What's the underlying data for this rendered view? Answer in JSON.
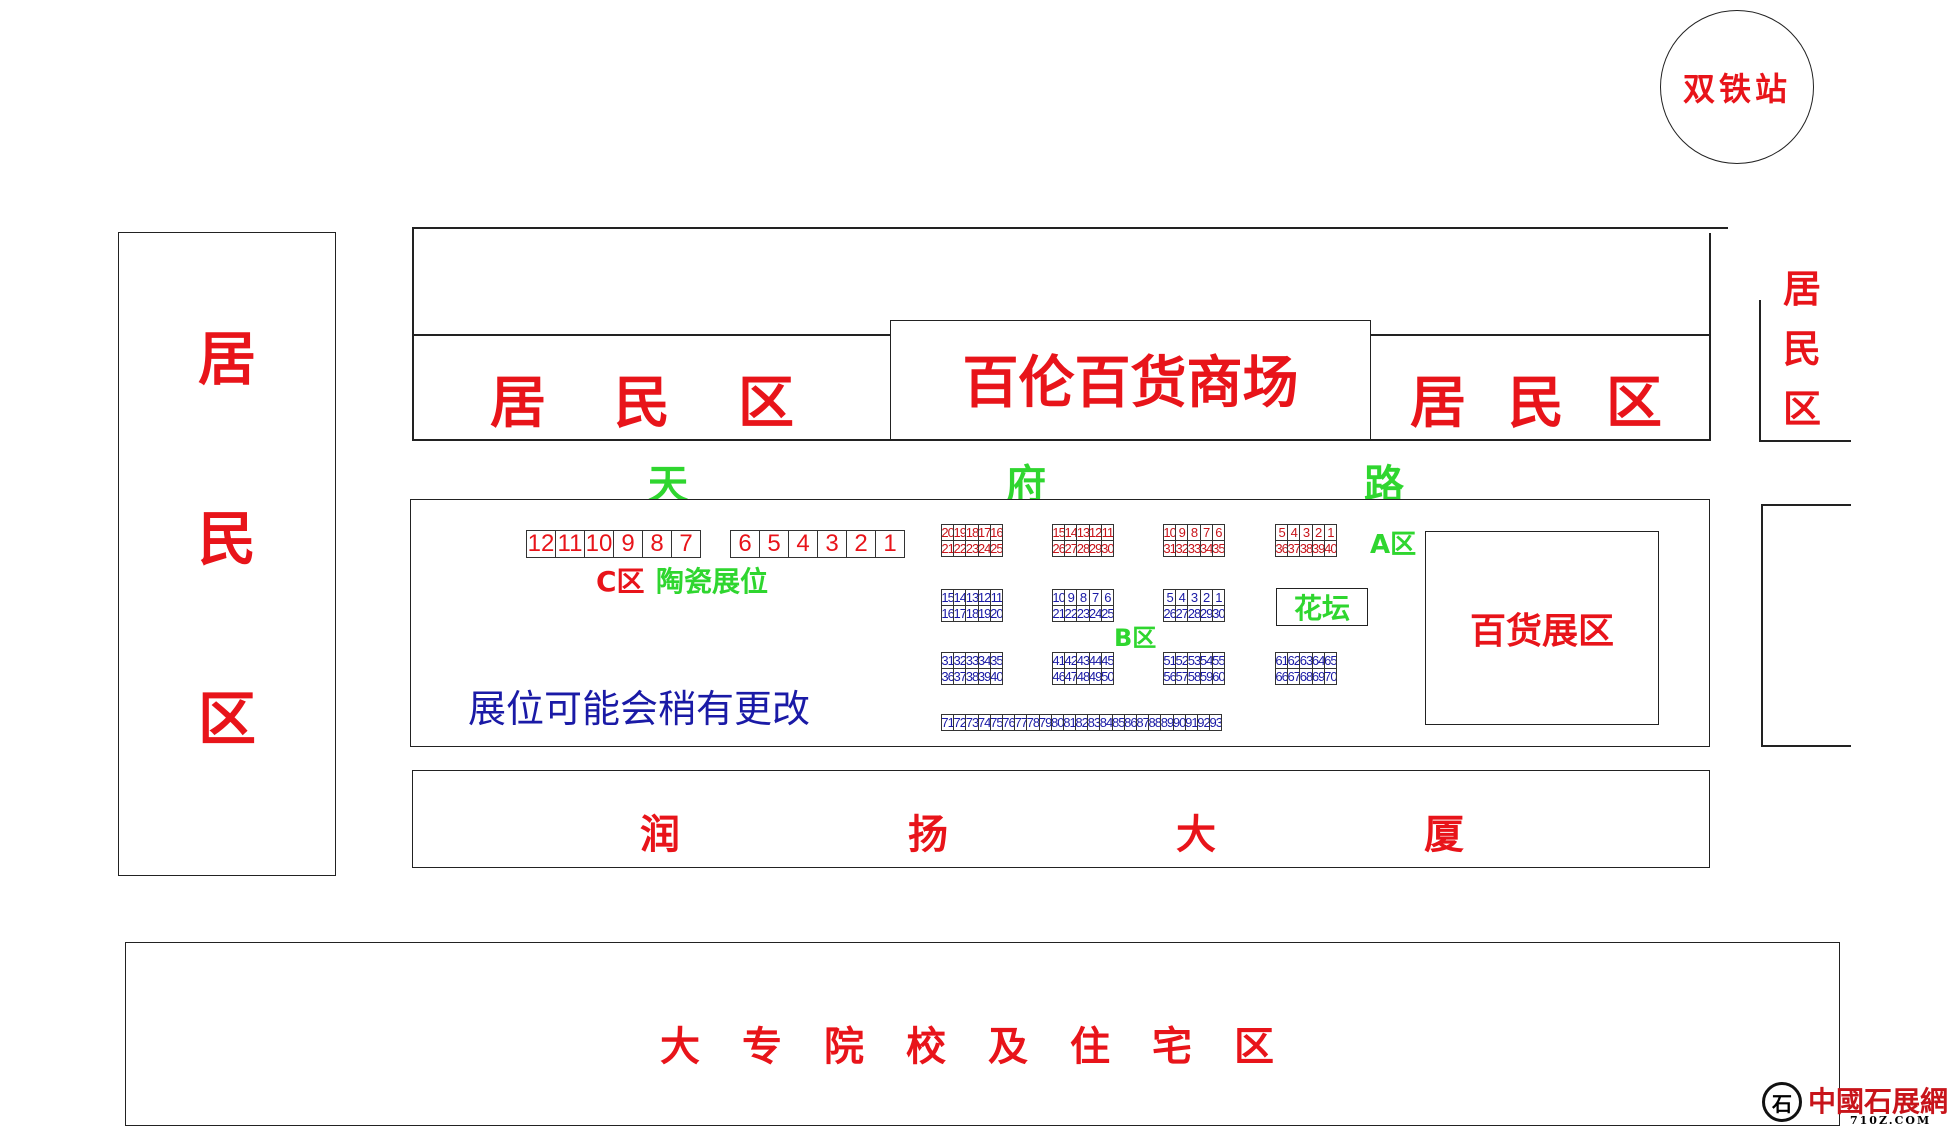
{
  "station": "双铁站",
  "left_residential": [
    "居",
    "民",
    "区"
  ],
  "right_residential": [
    "居",
    "民",
    "区"
  ],
  "top_residential_left": [
    "居",
    "民",
    "区"
  ],
  "mall": "百伦百货商场",
  "top_residential_right": [
    "居",
    "民",
    "区"
  ],
  "road": [
    "天",
    "府",
    "路"
  ],
  "ceramics_booth_numbers": {
    "left_group": [
      "12",
      "11",
      "10",
      "9",
      "8",
      "7"
    ],
    "right_group": [
      "6",
      "5",
      "4",
      "3",
      "2",
      "1"
    ]
  },
  "zone_c_label": "C区",
  "ceramics_label": "陶瓷展位",
  "zone_a_label": "A区",
  "zone_b_label": "B区",
  "flower_bed": "花坛",
  "department_store_exhibit": "百货展区",
  "notice": "展位可能会稍有更改",
  "zone_a_booths": [
    {
      "top": [
        "20",
        "19",
        "18",
        "17",
        "16"
      ],
      "bottom": [
        "21",
        "22",
        "23",
        "24",
        "25"
      ]
    },
    {
      "top": [
        "15",
        "14",
        "13",
        "12",
        "11"
      ],
      "bottom": [
        "26",
        "27",
        "28",
        "29",
        "30"
      ]
    },
    {
      "top": [
        "10",
        "9",
        "8",
        "7",
        "6"
      ],
      "bottom": [
        "31",
        "32",
        "33",
        "34",
        "35"
      ]
    },
    {
      "top": [
        "5",
        "4",
        "3",
        "2",
        "1"
      ],
      "bottom": [
        "36",
        "37",
        "38",
        "39",
        "40"
      ]
    }
  ],
  "zone_b_booths": [
    {
      "top": [
        "15",
        "14",
        "13",
        "12",
        "11"
      ],
      "bottom": [
        "16",
        "17",
        "18",
        "19",
        "20"
      ]
    },
    {
      "top": [
        "10",
        "9",
        "8",
        "7",
        "6"
      ],
      "bottom": [
        "21",
        "22",
        "23",
        "24",
        "25"
      ]
    },
    {
      "top": [
        "5",
        "4",
        "3",
        "2",
        "1"
      ],
      "bottom": [
        "26",
        "27",
        "28",
        "29",
        "30"
      ]
    },
    {
      "top": [
        "31",
        "32",
        "33",
        "34",
        "35"
      ],
      "bottom": [
        "36",
        "37",
        "38",
        "39",
        "40"
      ]
    },
    {
      "top": [
        "41",
        "42",
        "43",
        "44",
        "45"
      ],
      "bottom": [
        "46",
        "47",
        "48",
        "49",
        "50"
      ]
    },
    {
      "top": [
        "51",
        "52",
        "53",
        "54",
        "55"
      ],
      "bottom": [
        "56",
        "57",
        "58",
        "59",
        "60"
      ]
    },
    {
      "top": [
        "61",
        "62",
        "63",
        "64",
        "65"
      ],
      "bottom": [
        "66",
        "67",
        "68",
        "69",
        "70"
      ]
    }
  ],
  "bottom_row_booths": [
    "71",
    "72",
    "73",
    "74",
    "75",
    "76",
    "77",
    "78",
    "79",
    "80",
    "81",
    "82",
    "83",
    "84",
    "85",
    "86",
    "87",
    "88",
    "89",
    "90",
    "91",
    "92",
    "93"
  ],
  "building_bottom": [
    "润",
    "扬",
    "大",
    "厦"
  ],
  "college_area": [
    "大",
    "专",
    "院",
    "校",
    "及",
    "住",
    "宅",
    "区"
  ],
  "watermark": {
    "name": "中國石展網",
    "url": "710Z.COM"
  }
}
